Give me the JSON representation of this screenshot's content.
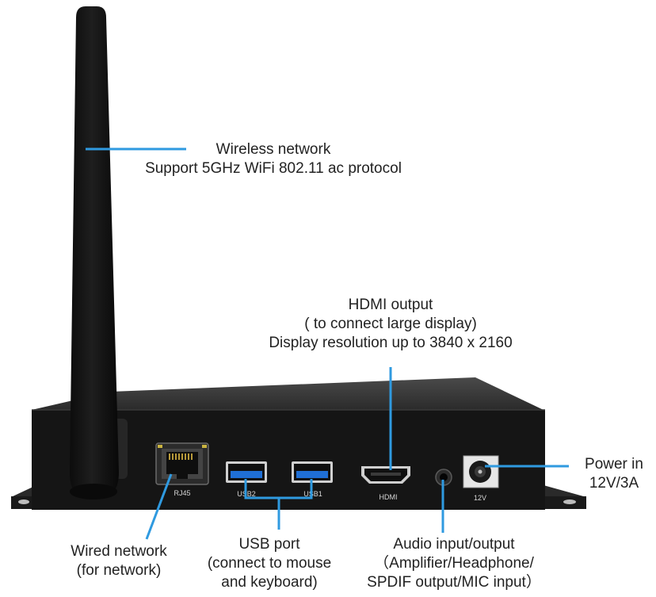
{
  "labels": {
    "wireless": {
      "line1": "Wireless network",
      "line2": "Support 5GHz WiFi 802.11 ac protocol"
    },
    "hdmi": {
      "line1": "HDMI output",
      "line2": "( to connect large display)",
      "line3": "Display resolution up to 3840 x 2160"
    },
    "power": {
      "line1": "Power in",
      "line2": "12V/3A"
    },
    "wired": {
      "line1": "Wired network",
      "line2": "(for network)"
    },
    "usb": {
      "line1": "USB port",
      "line2": "(connect to mouse",
      "line3": "and keyboard)"
    },
    "audio": {
      "line1": "Audio input/output",
      "line2": "（Amplifier/Headphone/",
      "line3": "SPDIF output/MIC input）"
    }
  },
  "port_markings": {
    "rj45": "RJ45",
    "usb2": "USB2",
    "usb1": "USB1",
    "hdmi": "HDMI",
    "dc": "12V"
  },
  "colors": {
    "callout_line": "#2f9ae0",
    "device_body": "#151515",
    "usb_blue": "#1f6fd6"
  }
}
